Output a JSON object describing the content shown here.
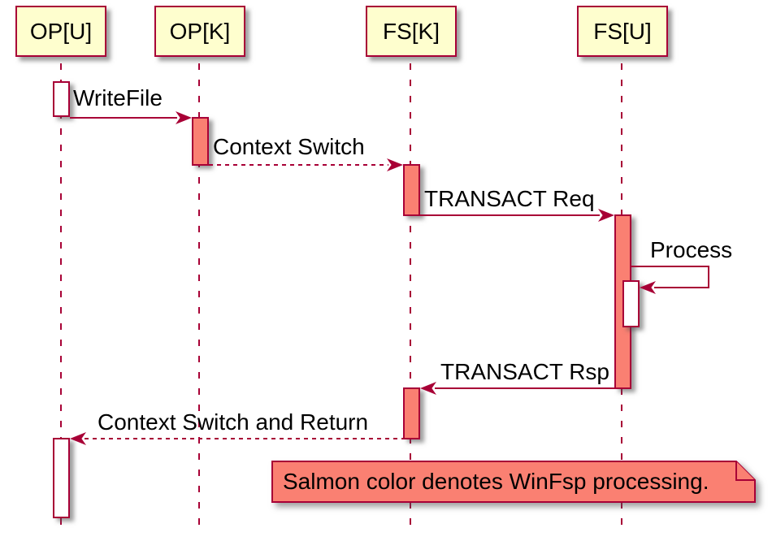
{
  "colors": {
    "canvas-bg": "#FFFFFF",
    "box-fill": "#FEFECE",
    "stroke": "#A80036",
    "salmon": "#FA8072",
    "white-fill": "#FFFFFF",
    "text": "#000000"
  },
  "participants": [
    {
      "label": "OP[U]"
    },
    {
      "label": "OP[K]"
    },
    {
      "label": "FS[K]"
    },
    {
      "label": "FS[U]"
    }
  ],
  "messages": [
    {
      "label": "WriteFile",
      "from": "OP[U]",
      "to": "OP[K]",
      "line": "solid"
    },
    {
      "label": "Context Switch",
      "from": "OP[K]",
      "to": "FS[K]",
      "line": "dashed"
    },
    {
      "label": "TRANSACT Req",
      "from": "FS[K]",
      "to": "FS[U]",
      "line": "solid"
    },
    {
      "label": "Process",
      "from": "FS[U]",
      "to": "FS[U]",
      "line": "solid-self"
    },
    {
      "label": "TRANSACT Rsp",
      "from": "FS[U]",
      "to": "FS[K]",
      "line": "solid"
    },
    {
      "label": "Context Switch and Return",
      "from": "FS[K]",
      "to": "OP[U]",
      "line": "dashed"
    }
  ],
  "activations": [
    {
      "participant": "OP[U]",
      "fill": "white"
    },
    {
      "participant": "OP[K]",
      "fill": "salmon"
    },
    {
      "participant": "FS[K]",
      "fill": "salmon"
    },
    {
      "participant": "FS[U]",
      "fill": "salmon"
    },
    {
      "participant": "FS[U]",
      "fill": "white"
    },
    {
      "participant": "FS[K]",
      "fill": "salmon"
    },
    {
      "participant": "OP[U]",
      "fill": "white"
    }
  ],
  "note": {
    "text": "Salmon color denotes WinFsp processing."
  }
}
